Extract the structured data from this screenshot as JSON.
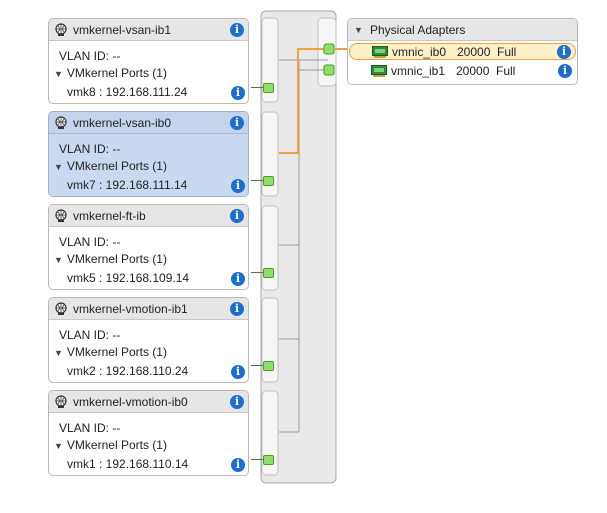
{
  "port_groups": [
    {
      "name": "vmkernel-vsan-ib1",
      "vlan": "VLAN ID: --",
      "ports_label": "VMkernel Ports (1)",
      "vmk": "vmk8 : 192.168.111.24",
      "selected": false
    },
    {
      "name": "vmkernel-vsan-ib0",
      "vlan": "VLAN ID: --",
      "ports_label": "VMkernel Ports (1)",
      "vmk": "vmk7 : 192.168.111.14",
      "selected": true
    },
    {
      "name": "vmkernel-ft-ib",
      "vlan": "VLAN ID: --",
      "ports_label": "VMkernel Ports (1)",
      "vmk": "vmk5 : 192.168.109.14",
      "selected": false
    },
    {
      "name": "vmkernel-vmotion-ib1",
      "vlan": "VLAN ID: --",
      "ports_label": "VMkernel Ports (1)",
      "vmk": "vmk2 : 192.168.110.24",
      "selected": false
    },
    {
      "name": "vmkernel-vmotion-ib0",
      "vlan": "VLAN ID: --",
      "ports_label": "VMkernel Ports (1)",
      "vmk": "vmk1 : 192.168.110.14",
      "selected": false
    }
  ],
  "physical_adapters": {
    "title": "Physical Adapters",
    "adapters": [
      {
        "name": "vmnic_ib0",
        "speed": "20000",
        "duplex": "Full",
        "selected": true
      },
      {
        "name": "vmnic_ib1",
        "speed": "20000",
        "duplex": "Full",
        "selected": false
      }
    ]
  },
  "icons": {
    "port_group": "network-globe-icon",
    "info": "info-icon",
    "nic": "network-card-icon",
    "collapse": "triangle-down-icon"
  },
  "colors": {
    "selection_blue": "#c9d9f1",
    "highlight_orange": "#f0a040",
    "port_green": "#8fe06a",
    "info_blue": "#1a6fd1"
  }
}
